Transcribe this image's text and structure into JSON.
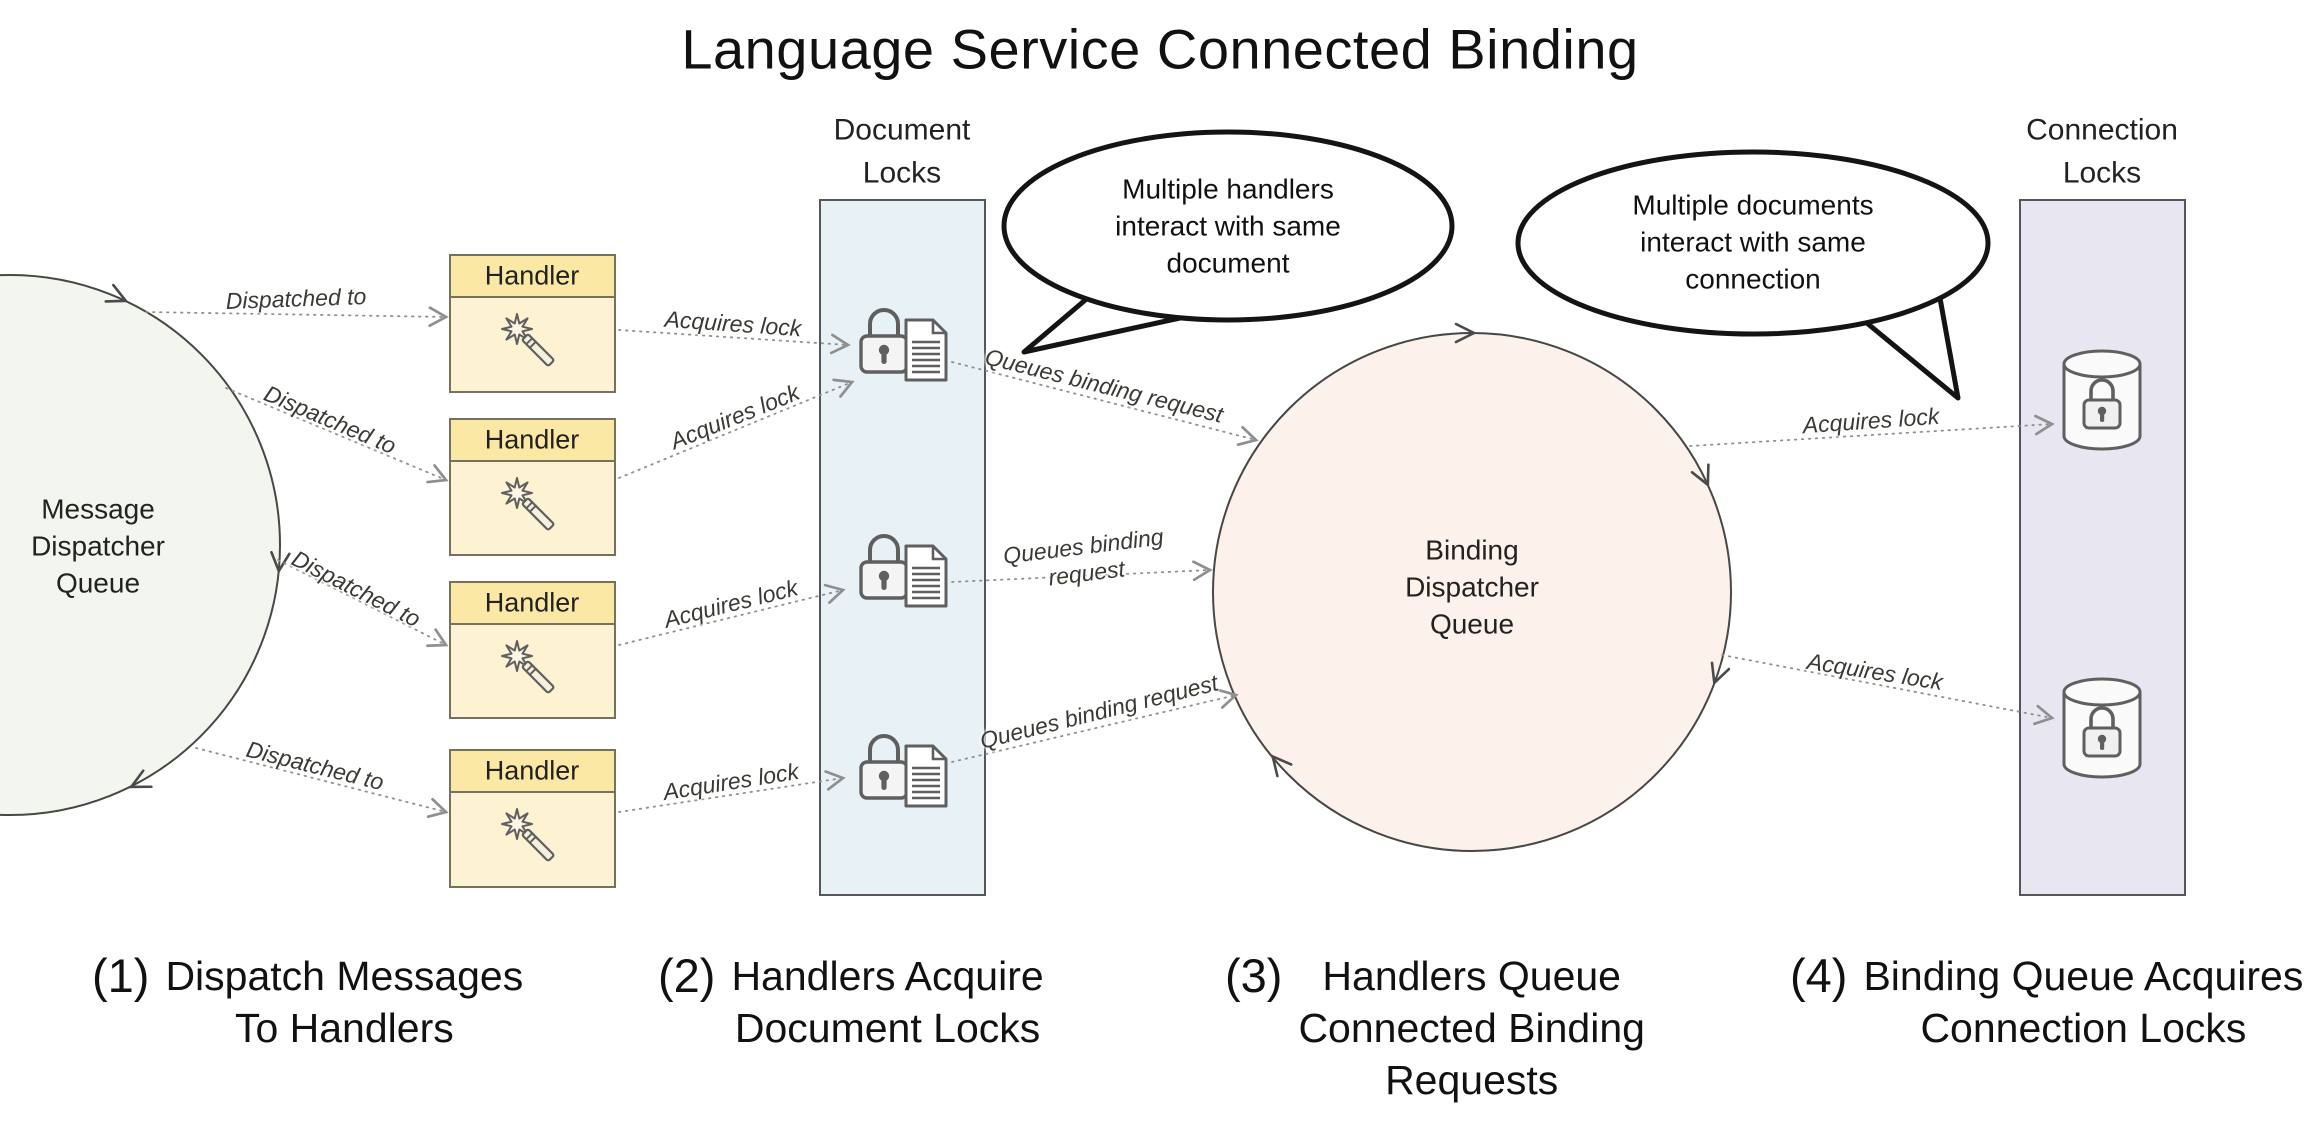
{
  "title": "Language Service Connected Binding",
  "lanes": {
    "document": "Document\nLocks",
    "connection": "Connection\nLocks"
  },
  "nodes": {
    "message_queue": "Message\nDispatcher\nQueue",
    "binding_queue": "Binding\nDispatcher\nQueue",
    "handlers": [
      "Handler",
      "Handler",
      "Handler",
      "Handler"
    ]
  },
  "callouts": {
    "document": "Multiple handlers\ninteract with same\ndocument",
    "connection": "Multiple documents\ninteract with same\nconnection"
  },
  "edges": {
    "dispatched": [
      "Dispatched to",
      "Dispatched to",
      "Dispatched to",
      "Dispatched to"
    ],
    "acquires_doc": [
      "Acquires lock",
      "Acquires lock",
      "Acquires lock",
      "Acquires lock"
    ],
    "queues": [
      "Queues binding request",
      "Queues binding\nrequest",
      "Queues binding request"
    ],
    "acquires_conn": [
      "Acquires lock",
      "Acquires lock"
    ]
  },
  "captions": [
    {
      "num": "(1)",
      "text": "Dispatch Messages\nTo Handlers"
    },
    {
      "num": "(2)",
      "text": "Handlers Acquire\nDocument Locks"
    },
    {
      "num": "(3)",
      "text": "Handlers Queue\nConnected Binding\nRequests"
    },
    {
      "num": "(4)",
      "text": "Binding Queue Acquires\nConnection Locks"
    }
  ],
  "colors": {
    "message_circle": "#f3f6ee",
    "binding_circle": "#fcf1eb",
    "document_lane": "#e8f1f5",
    "connection_lane": "#e8e6f0",
    "handler_header": "#fbe8a4",
    "handler_body": "#fdf3d2",
    "callout_border": "#141414"
  }
}
